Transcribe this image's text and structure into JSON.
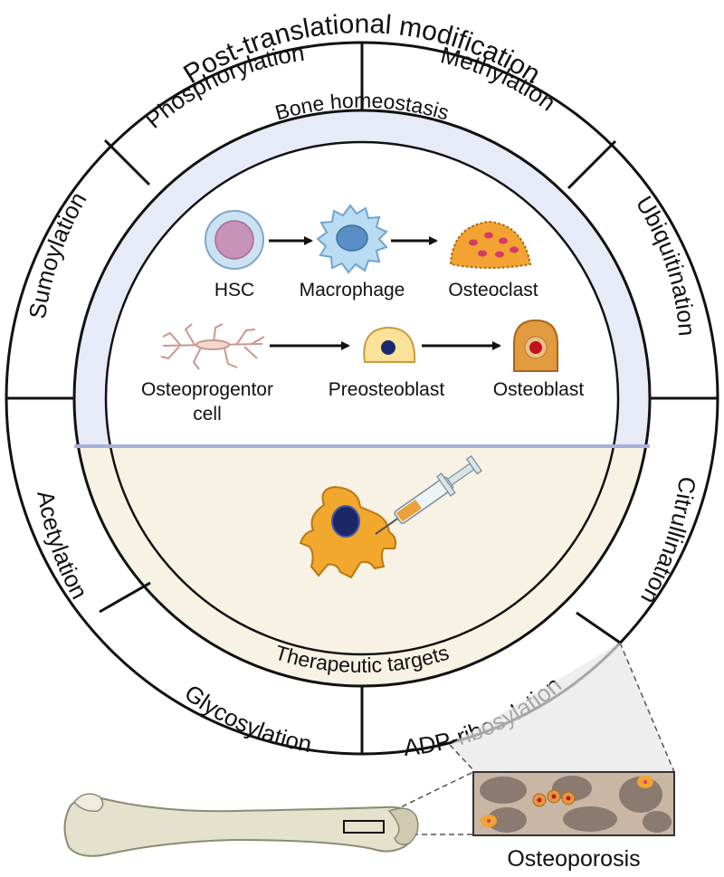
{
  "title": "Post-translational modification",
  "modifications": {
    "phosphorylation": "Phosphorylation",
    "methylation": "Methylation",
    "ubiquitination": "Ubiquitination",
    "citrullination": "Citrullination",
    "adp_ribosylation": "ADP-ribosylation",
    "glycosylation": "Glycosylation",
    "acetylation": "Acetylation",
    "sumoylation": "Sumoylation"
  },
  "inner_ring": {
    "top_label": "Bone homeostasis",
    "bottom_label": "Therapeutic targets"
  },
  "cells": {
    "hsc": "HSC",
    "macrophage": "Macrophage",
    "osteoclast": "Osteoclast",
    "osteoprogenitor_line1": "Osteoprogentor",
    "osteoprogenitor_line2": "cell",
    "preosteoblast": "Preosteoblast",
    "osteoblast": "Osteoblast"
  },
  "osteoporosis_label": "Osteoporosis",
  "colors": {
    "bone_homeostasis_bg": "#e7ebf7",
    "therapeutic_bg": "#f8f2e4",
    "divider": "#a7b1d8",
    "osteoclast": "#f2a332",
    "osteoblast": "#e29a3f",
    "cell_nucleus": "#1a2870",
    "bone": "#e4e1cd"
  }
}
